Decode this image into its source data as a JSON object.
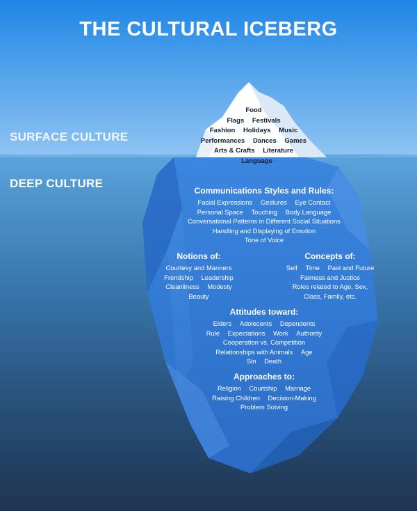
{
  "title": "THE CULTURAL ICEBERG",
  "surface_label": "SURFACE CULTURE",
  "deep_label": "DEEP CULTURE",
  "colors": {
    "sky_top": "#1e86e6",
    "sky_bottom": "#8fc4f2",
    "water_top": "#5aa4dc",
    "water_bottom": "#1e3550",
    "iceberg_tip": "#ffffff",
    "iceberg_deep": "#2f78d4",
    "text_dark": "#0d1f33",
    "text_light": "#ffffff"
  },
  "surface_items": [
    [
      "Food"
    ],
    [
      "Flags",
      "Festivals"
    ],
    [
      "Fashion",
      "Holidays",
      "Music"
    ],
    [
      "Performances",
      "Dances",
      "Games"
    ],
    [
      "Arts & Crafts",
      "Literature",
      "Language"
    ]
  ],
  "deep_sections": {
    "communications": {
      "heading": "Communications Styles and Rules:",
      "lines": [
        [
          "Facial Expressions",
          "Gestures",
          "Eye Contact"
        ],
        [
          "Personal Space",
          "Touching",
          "Body Language"
        ],
        [
          "Conversational Patterns in Different Social Situations"
        ],
        [
          "Handling and Displaying of Emotion"
        ],
        [
          "Tone of Voice"
        ]
      ]
    },
    "notions": {
      "heading": "Notions of:",
      "lines": [
        [
          "Courtesy and Manners"
        ],
        [
          "Frendship",
          "Leadership"
        ],
        [
          "Cleanliness",
          "Modesty"
        ],
        [
          "Beauty"
        ]
      ]
    },
    "concepts": {
      "heading": "Concepts of:",
      "lines": [
        [
          "Self",
          "Time",
          "Past and Future"
        ],
        [
          "Fairness and Justice"
        ],
        [
          "Roles related to Age, Sex,"
        ],
        [
          "Class, Family, etc."
        ]
      ]
    },
    "attitudes": {
      "heading": "Attitudes toward:",
      "lines": [
        [
          "Elders",
          "Adolecents",
          "Dependents"
        ],
        [
          "Rule",
          "Expectations",
          "Work",
          "Authority"
        ],
        [
          "Cooperation vs. Competition"
        ],
        [
          "Relationships with Animals",
          "Age"
        ],
        [
          "Sin",
          "Death"
        ]
      ]
    },
    "approaches": {
      "heading": "Approaches to:",
      "lines": [
        [
          "Religion",
          "Courtship",
          "Marriage"
        ],
        [
          "Raising Children",
          "Decision-Making"
        ],
        [
          "Problem Solving"
        ]
      ]
    }
  }
}
